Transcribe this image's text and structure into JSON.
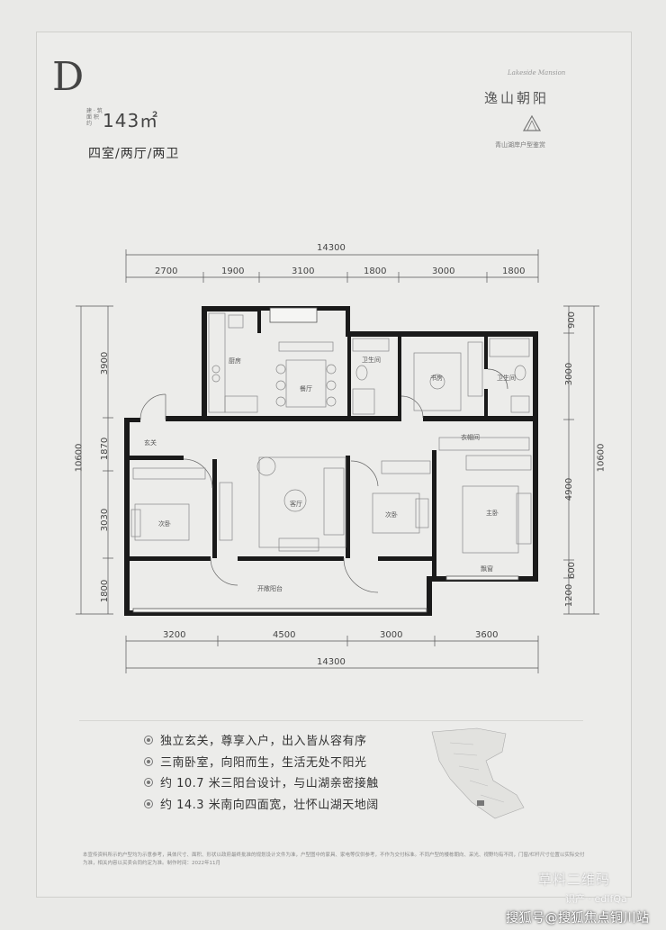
{
  "header": {
    "unit_letter": "D",
    "area_label": "建 · 筑 面 积 约",
    "area_value": "143㎡",
    "layout": "四室/两厅/两卫"
  },
  "brand": {
    "script_name": "Lakeside Mansion",
    "project_name": "逸山朝阳",
    "subtitle": "青山湖岸户型鉴赏"
  },
  "dimensions": {
    "top_total": "14300",
    "top_segments": [
      "2700",
      "1900",
      "3100",
      "1800",
      "3000",
      "1800"
    ],
    "bottom_segments": [
      "3200",
      "4500",
      "3000",
      "3600"
    ],
    "bottom_total": "14300",
    "left_total": "10600",
    "left_segments": [
      "3900",
      "1870",
      "3030",
      "1800"
    ],
    "right_total": "10600",
    "right_segments": [
      "900",
      "3000",
      "4900",
      "600",
      "1200"
    ]
  },
  "rooms": {
    "kitchen": "厨房",
    "dining": "餐厅",
    "bath1": "卫生间",
    "study": "书房",
    "bath2": "卫生间",
    "entry": "玄关",
    "living": "客厅",
    "bed_left": "次卧",
    "bed_mid": "次卧",
    "master": "主卧",
    "cloak": "衣帽间",
    "bay": "飘窗",
    "balcony": "开敞阳台"
  },
  "features": [
    "独立玄关，尊享入户，出入皆从容有序",
    "三南卧室，向阳而生，生活无处不阳光",
    "约 10.7 米三阳台设计，与山湖亲密接触",
    "约 14.3 米南向四面宽，壮怀山湖天地阔"
  ],
  "disclaimer": "本宣传资料所示的户型均为示意参考，具体尺寸、面积、形状以政府最终批准的规划设计文件为准，户型图中的家具、家电等仅供参考，不作为交付标准。不同户型的楼栋朝向、采光、视野均有不同，门窗/栏杆尺寸位置以实际交付为准，相关内容以买卖合同约定为准。制作时间：2022年11月",
  "watermarks": {
    "qr": "草料二维码",
    "code": "识产 · edIfQa",
    "source": "搜狐号@搜狐焦点铜川站"
  },
  "colors": {
    "background": "#ececea",
    "wall": "#1a1a1a",
    "text": "#333333"
  }
}
